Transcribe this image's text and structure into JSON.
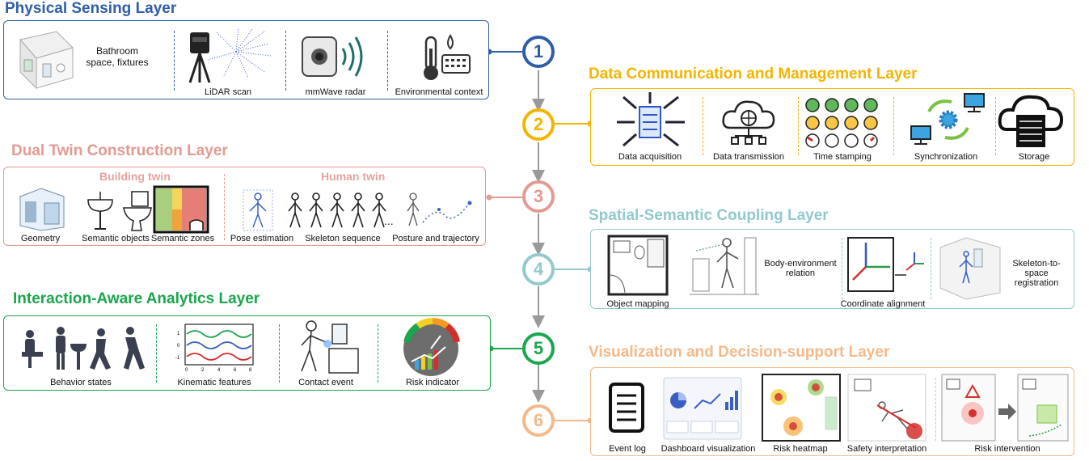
{
  "layers": [
    {
      "number": "1",
      "title": "Physical Sensing Layer",
      "color": "#2f5ea8",
      "items": [
        "Bathroom space, fixtures",
        "LiDAR scan",
        "mmWave radar",
        "Environmental context"
      ]
    },
    {
      "number": "2",
      "title": "Data Communication and Management Layer",
      "color": "#f4b400",
      "items": [
        "Data acquisition",
        "Data transmission",
        "Time stamping",
        "Synchronization",
        "Storage"
      ]
    },
    {
      "number": "3",
      "title": "Dual Twin Construction Layer",
      "color": "#e39a92",
      "building_twin": "Building twin",
      "human_twin": "Human twin",
      "items": [
        "Geometry",
        "Semantic objects",
        "Semantic zones",
        "Pose estimation",
        "Skeleton sequence",
        "Posture and trajectory"
      ]
    },
    {
      "number": "4",
      "title": "Spatial-Semantic Coupling Layer",
      "color": "#93c9cd",
      "items": [
        "Object mapping",
        "Body-environment relation",
        "Coordinate alignment",
        "Skeleton-to-space registration"
      ]
    },
    {
      "number": "5",
      "title": "Interaction-Aware Analytics Layer",
      "color": "#1aa64c",
      "items": [
        "Behavior states",
        "Kinematic features",
        "Contact event",
        "Risk indicator"
      ]
    },
    {
      "number": "6",
      "title": "Visualization and Decision-support Layer",
      "color": "#f4b98a",
      "items": [
        "Event log",
        "Dashboard visualization",
        "Risk heatmap",
        "Safety interpretation",
        "Risk intervention"
      ]
    }
  ],
  "ellipsis": "...",
  "plot_ticks": {
    "y": [
      "1",
      "0",
      "-1"
    ],
    "x": [
      "0",
      "2",
      "4",
      "6",
      "8"
    ]
  },
  "icons": [
    "bathroom-image",
    "lidar-icon",
    "radar-icon",
    "thermometer-icon",
    "server-icon",
    "cloud-network-icon",
    "clock-grid-icon",
    "sync-icon",
    "cloud-storage-icon",
    "room-3d-icon",
    "sink-toilet-icon",
    "zones-icon",
    "pose-icon",
    "skeleton-seq-icon",
    "trajectory-icon",
    "floorplan-icon",
    "body-env-icon",
    "axes-icon",
    "skeleton-space-image",
    "behavior-icons",
    "kinematic-plot-icon",
    "contact-icon",
    "risk-gauge-icon",
    "document-icon",
    "dashboard-icon",
    "heatmap-icon",
    "safety-icon",
    "intervention-icon"
  ]
}
